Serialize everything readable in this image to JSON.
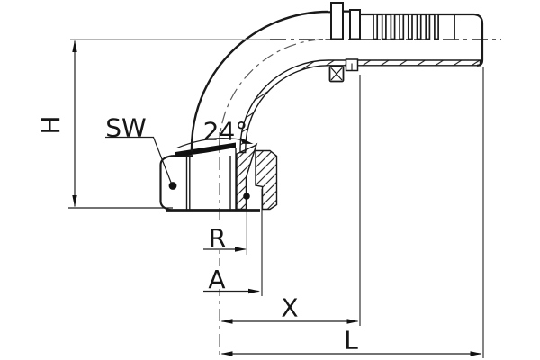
{
  "drawing": {
    "labels": {
      "h": "H",
      "sw": "SW",
      "angle": "24°",
      "r": "R",
      "a": "A",
      "x": "X",
      "l": "L"
    },
    "colors": {
      "object_line": "#1a1a1a",
      "centerline": "#5a5a5a",
      "background": "#ffffff"
    }
  }
}
